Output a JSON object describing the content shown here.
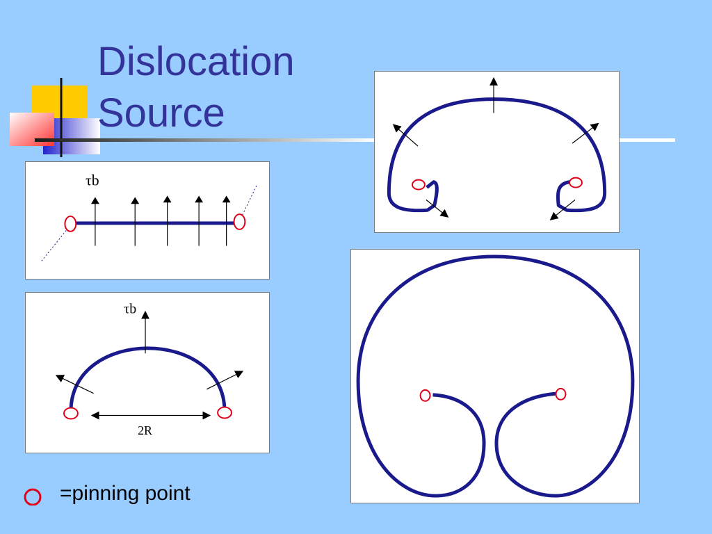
{
  "slide": {
    "title_line1": "Dislocation",
    "title_line2": "Source",
    "legend_text": "=pinning point"
  },
  "panel_straight": {
    "label": "τb"
  },
  "panel_bowed": {
    "label": "τb",
    "width_label": "2R"
  },
  "colors": {
    "background": "#99ccff",
    "title": "#333399",
    "dislocation_line": "#1a1a8c",
    "pinning_point": "#e0001a",
    "panel": "#ffffff"
  },
  "icons": [
    "pinning-point-icon",
    "arrow-icon"
  ]
}
